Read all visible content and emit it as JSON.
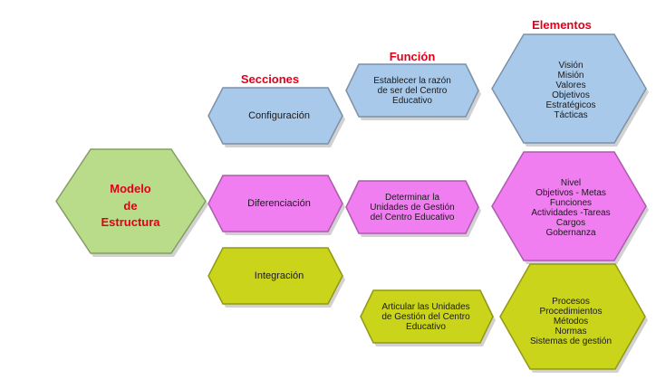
{
  "headers": {
    "secciones": "Secciones",
    "funcion": "Función",
    "elementos": "Elementos"
  },
  "main": {
    "lines": [
      "Modelo",
      "de",
      "Estructura"
    ],
    "color": "#b8dc8a"
  },
  "secciones": [
    {
      "label": "Configuración",
      "color": "#a9c9ea"
    },
    {
      "label": "Diferenciación",
      "color": "#f07ef0"
    },
    {
      "label": "Integración",
      "color": "#c9d41a"
    }
  ],
  "funciones": [
    {
      "lines": [
        "Establecer la razón",
        "de ser del Centro",
        "Educativo"
      ],
      "color": "#a9c9ea"
    },
    {
      "lines": [
        "Determinar la",
        "Unidades de Gestión",
        "del Centro Educativo"
      ],
      "color": "#f07ef0"
    },
    {
      "lines": [
        "Articular las Unidades",
        "de Gestión del Centro",
        "Educativo"
      ],
      "color": "#c9d41a"
    }
  ],
  "elementos": [
    {
      "lines": [
        "Visión",
        "Misión",
        "Valores",
        "Objetivos",
        "Estratégicos",
        "Tácticas"
      ],
      "color": "#a9c9ea"
    },
    {
      "lines": [
        "Nivel",
        "Objetivos - Metas",
        "Funciones",
        "Actividades -Tareas",
        "Cargos",
        "Gobernanza"
      ],
      "color": "#f07ef0"
    },
    {
      "lines": [
        "Procesos",
        "Procedimientos",
        "Métodos",
        "Normas",
        "Sistemas de gestión"
      ],
      "color": "#c9d41a"
    }
  ]
}
